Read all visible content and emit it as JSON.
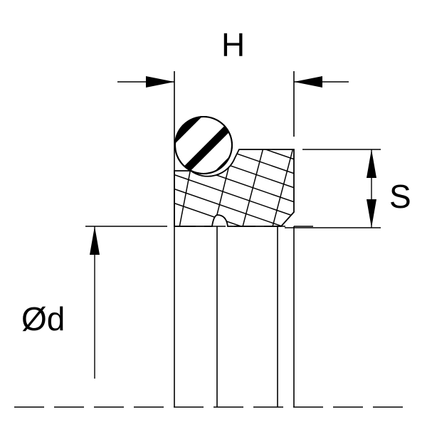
{
  "labels": {
    "height": "H",
    "section": "S",
    "diameter": "Ød"
  },
  "colors": {
    "ink": "#000000",
    "background": "#ffffff"
  }
}
